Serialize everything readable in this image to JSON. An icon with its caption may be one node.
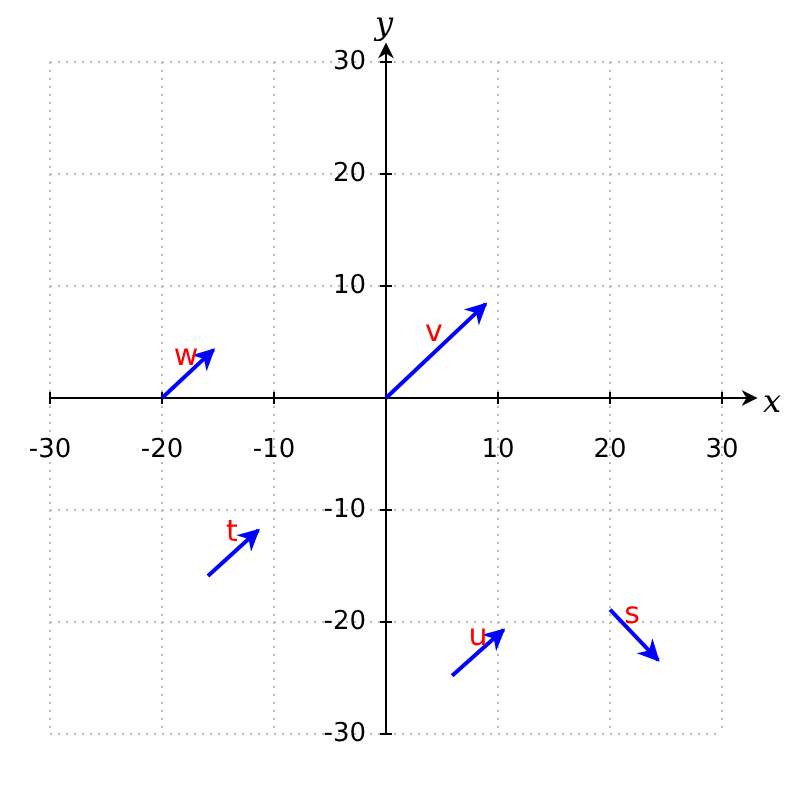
{
  "diagram": {
    "labels": [
      "x",
      "y",
      "-30",
      "-20",
      "-10",
      "10",
      "20",
      "30",
      "30",
      "20",
      "10",
      "-10",
      "-20",
      "-30",
      "w",
      "v",
      "t",
      "u",
      "s"
    ]
  }
}
